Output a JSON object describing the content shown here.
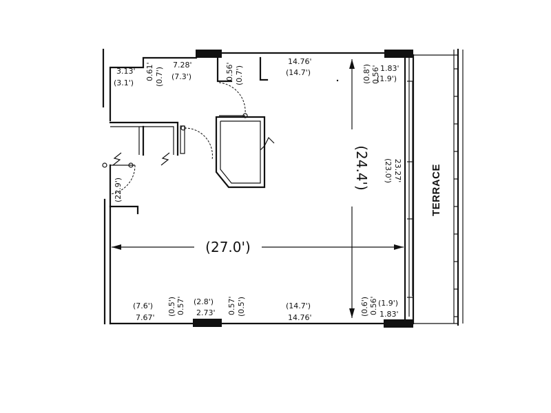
{
  "plan": {
    "terrace_label": "TERRACE",
    "overall_width": "(27.0')",
    "overall_depth": "(24.4')",
    "dims": {
      "top_3_13": "3.13'",
      "top_3_1": "(3.1')",
      "top_0_61": "0.61'",
      "top_0_7a": "(0.7')",
      "top_7_28": "7.28'",
      "top_7_3": "(7.3')",
      "top_0_56": "0.56'",
      "top_0_7b": "(0.7')",
      "top_14_76": "14.76'",
      "top_14_7": "(14.7')",
      "top_0_8": "(0.8')",
      "top_0_56b": "0.56'",
      "top_1_83": "1.83'",
      "top_1_9": "(1.9')",
      "side_23_0": "(23.0')",
      "side_23_27": "23.27'",
      "left_22_9": "(22.9')",
      "bot_7_6": "(7.6')",
      "bot_7_67": "7.67'",
      "bot_0_5a": "(0.5')",
      "bot_0_57a": "0.57'",
      "bot_2_8": "(2.8')",
      "bot_2_73": "2.73'",
      "bot_0_57b": "0.57'",
      "bot_0_5b": "(0.5')",
      "bot_14_7": "(14.7')",
      "bot_14_76": "14.76'",
      "bot_0_6": "(0.6')",
      "bot_0_56": "0.56'",
      "bot_1_9": "(1.9')",
      "bot_1_83": "1.83'"
    }
  }
}
